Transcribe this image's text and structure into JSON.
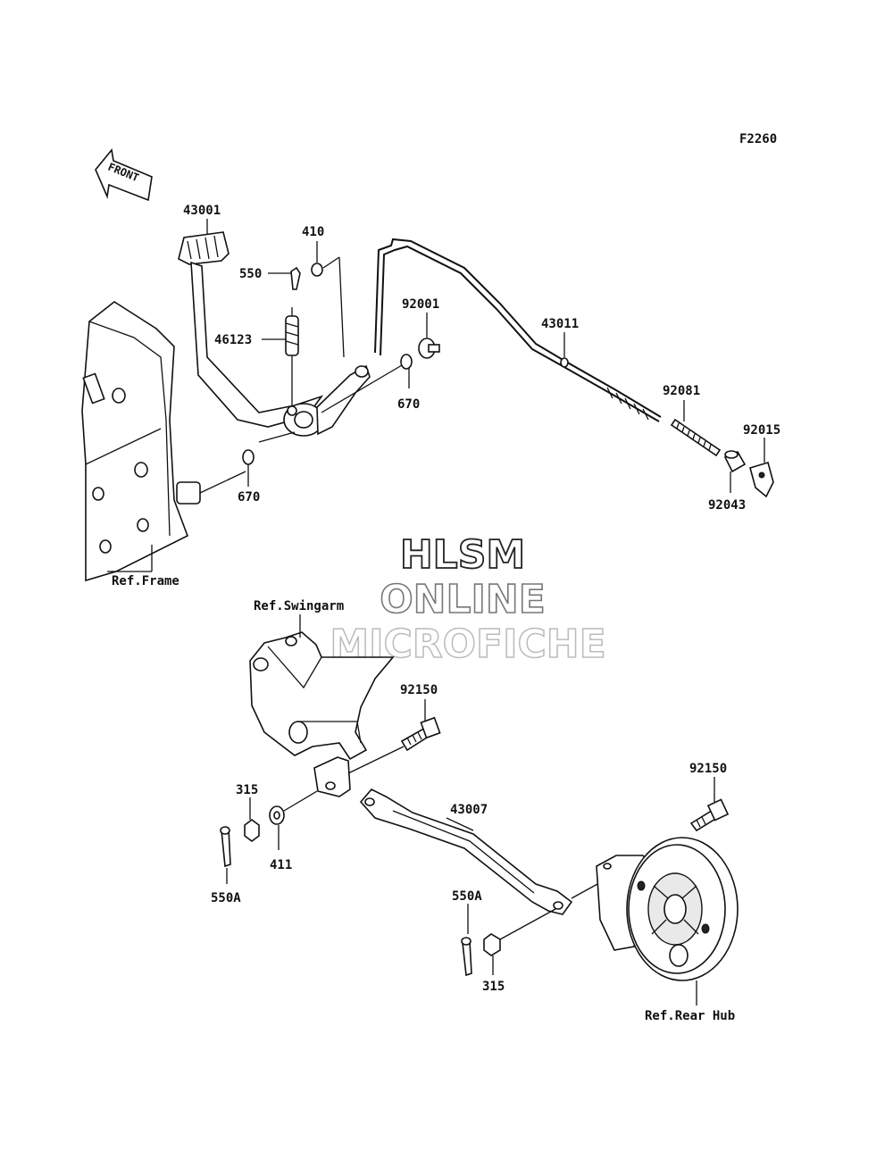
{
  "diagram_code": "F2260",
  "front_label": "FRONT",
  "watermark": {
    "line1": "HLSM",
    "line2": "ONLINE",
    "line3": "MICROFICHE"
  },
  "parts": {
    "p43001": "43001",
    "p410": "410",
    "p550": "550",
    "p46123": "46123",
    "p92001": "92001",
    "p670a": "670",
    "p670b": "670",
    "p43011": "43011",
    "p92081": "92081",
    "p92015": "92015",
    "p92043": "92043",
    "p92150a": "92150",
    "p92150b": "92150",
    "p315a": "315",
    "p315b": "315",
    "p411": "411",
    "p550a1": "550A",
    "p550a2": "550A",
    "p43007": "43007"
  },
  "refs": {
    "frame": "Ref.Frame",
    "swingarm": "Ref.Swingarm",
    "rear_hub": "Ref.Rear Hub"
  }
}
